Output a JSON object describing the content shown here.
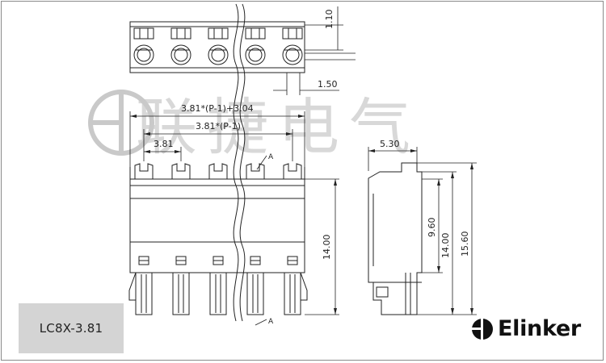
{
  "drawing": {
    "model": "LC8X-3.81",
    "brand": "Elinker",
    "watermark": "联捷电气",
    "dimensions": {
      "pin_slot_height": "1.10",
      "pin_slot_width": "1.50",
      "overall_length_formula": "3.81*(P-1)+3.04",
      "pitch_span_formula": "3.81*(P-1)",
      "pitch": "3.81",
      "side_width": "5.30",
      "body_height_front": "14.00",
      "side_height_a": "9.60",
      "side_height_b": "14.00",
      "side_height_total": "15.60"
    },
    "section_marks": [
      "A",
      "A"
    ]
  },
  "colors": {
    "line": "#222222",
    "watermark": "#bdbdbd",
    "label_bg": "#d4d4d4"
  }
}
